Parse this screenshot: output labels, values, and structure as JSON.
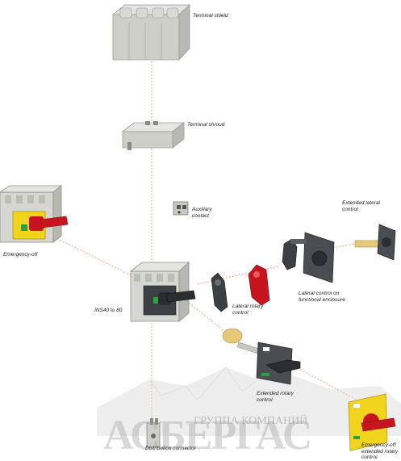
{
  "labels": {
    "terminal_shield": "Terminal shield",
    "terminal_shroud": "Terminal shroud",
    "auxiliary_contact": "Auxiliary\ncontact",
    "extended_lateral_control": "Extended lateral\ncontrol",
    "emergency_off": "Emergency-off",
    "ins40_to_80": "INS40 to 80",
    "lateral_rotary_control": "Lateral rotary\ncontrol",
    "lateral_control_enclosure": "Lateral control on\nfunctional enclosure",
    "extended_rotary_control": "Extended rotary\ncontrol",
    "distribution_connector": "Distribution connector",
    "emergency_off_extended": "Emergency-off\nextended rotary\ncontrol"
  },
  "watermark": {
    "company_cyr": "ГРУППА КОМПАНИЙ",
    "logo": "АСБЕРГАС"
  },
  "colors": {
    "red_handle": "#c8141e",
    "yellow_plate": "#f2d41c",
    "green_window": "#2ea043",
    "dark_body": "#3c3f44",
    "light_body": "#d6d6d2",
    "dashed_line": "#e7a184"
  },
  "icons": [
    "terminal-shield-icon",
    "terminal-shroud-icon",
    "auxiliary-contact-icon",
    "switch-body-icon",
    "emergency-switch-icon",
    "handle-icon",
    "enclosure-plate-icon",
    "extension-shaft-icon",
    "distribution-connector-icon"
  ]
}
